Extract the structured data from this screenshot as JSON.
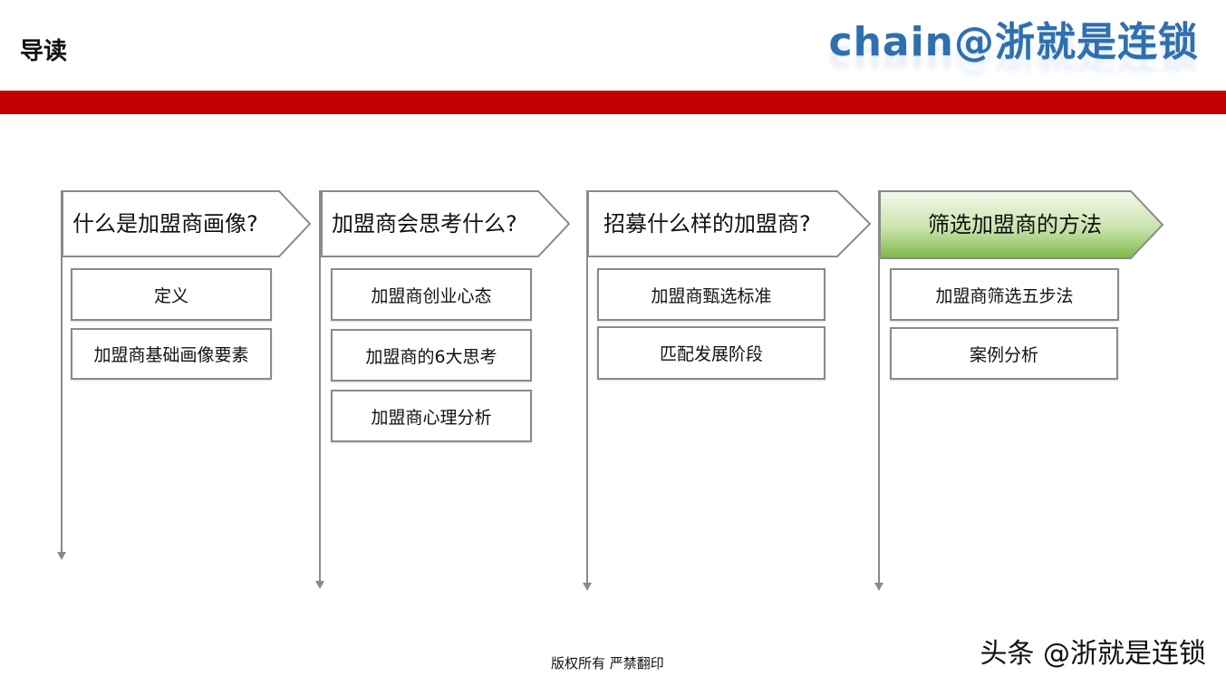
{
  "header": {
    "title": "导读",
    "brand": "chain@浙就是连锁"
  },
  "colors": {
    "accent_red": "#c00000",
    "active_green": "#7fb84a",
    "border_gray": "#8a8a8a",
    "brand_blue": "#2f6fb0"
  },
  "sections": [
    {
      "title": "什么是加盟商画像?",
      "active": false,
      "items": [
        "定义",
        "加盟商基础画像要素"
      ]
    },
    {
      "title": "加盟商会思考什么?",
      "active": false,
      "items": [
        "加盟商创业心态",
        "加盟商的6大思考",
        "加盟商心理分析"
      ]
    },
    {
      "title": "招募什么样的加盟商?",
      "active": false,
      "items": [
        "加盟商甄选标准",
        "匹配发展阶段"
      ]
    },
    {
      "title": "筛选加盟商的方法",
      "active": true,
      "items": [
        "加盟商筛选五步法",
        "案例分析"
      ]
    }
  ],
  "footer": {
    "copyright": "版权所有  严禁翻印",
    "watermark": "头条 @浙就是连锁"
  }
}
